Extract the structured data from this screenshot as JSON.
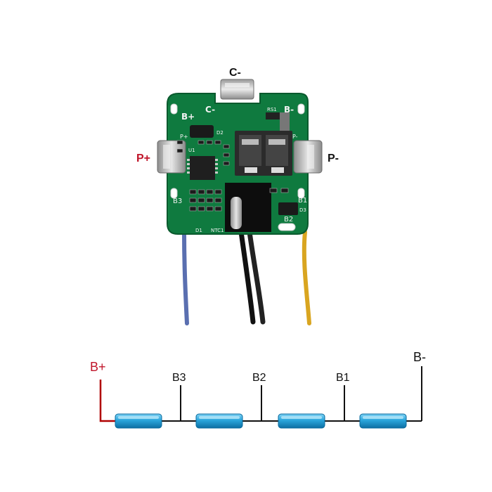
{
  "pcb": {
    "terminal_labels": {
      "c_minus": "C-",
      "p_plus": "P+",
      "p_minus": "P-"
    },
    "silkscreen": {
      "b_plus": "B+",
      "c_minus": "C-",
      "b_minus": "B-",
      "p_plus": "P+",
      "p_minus": "P-",
      "b3": "B3",
      "b2": "B2",
      "b1": "B1",
      "rs1": "RS1",
      "d2": "D2",
      "d1": "D1",
      "d3": "D3",
      "u1": "U1",
      "ntc1": "NTC1"
    }
  },
  "wiring": {
    "labels": {
      "b_plus": "B+",
      "b3": "B3",
      "b2": "B2",
      "b1": "B1",
      "b_minus": "B-"
    },
    "colors": {
      "b_plus_wire": "#b00000",
      "wire": "#111111",
      "cell": "#2aa6dc"
    }
  },
  "colors": {
    "pcb_green": "#0f7a3f",
    "terminal_metal": "#b8b8b8",
    "blue_wire": "#5a6fb0",
    "black_wire": "#111111",
    "yellow_wire": "#d9a520",
    "red_label": "#c0152a"
  }
}
